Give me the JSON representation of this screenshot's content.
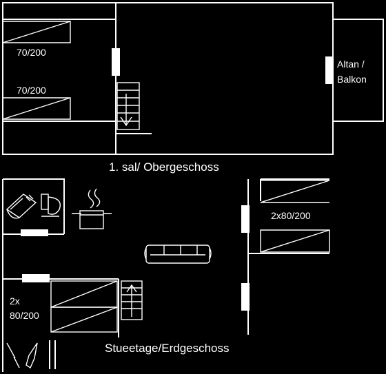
{
  "upper_floor": {
    "title": "1. sal/ Obergeschoss",
    "bed_top": "70/200",
    "bed_bottom": "70/200",
    "balcony_line1": "Altan /",
    "balcony_line2": "Balkon"
  },
  "ground_floor": {
    "title": "Stueetage/Erdgeschoss",
    "bed_right": "2x80/200",
    "bed_left_line1": "2x",
    "bed_left_line2": "80/200"
  },
  "icons": [
    "sink-icon",
    "toilet-icon",
    "cooking-pot-icon",
    "sofa-icon",
    "stairs-icon",
    "broom-icon"
  ]
}
